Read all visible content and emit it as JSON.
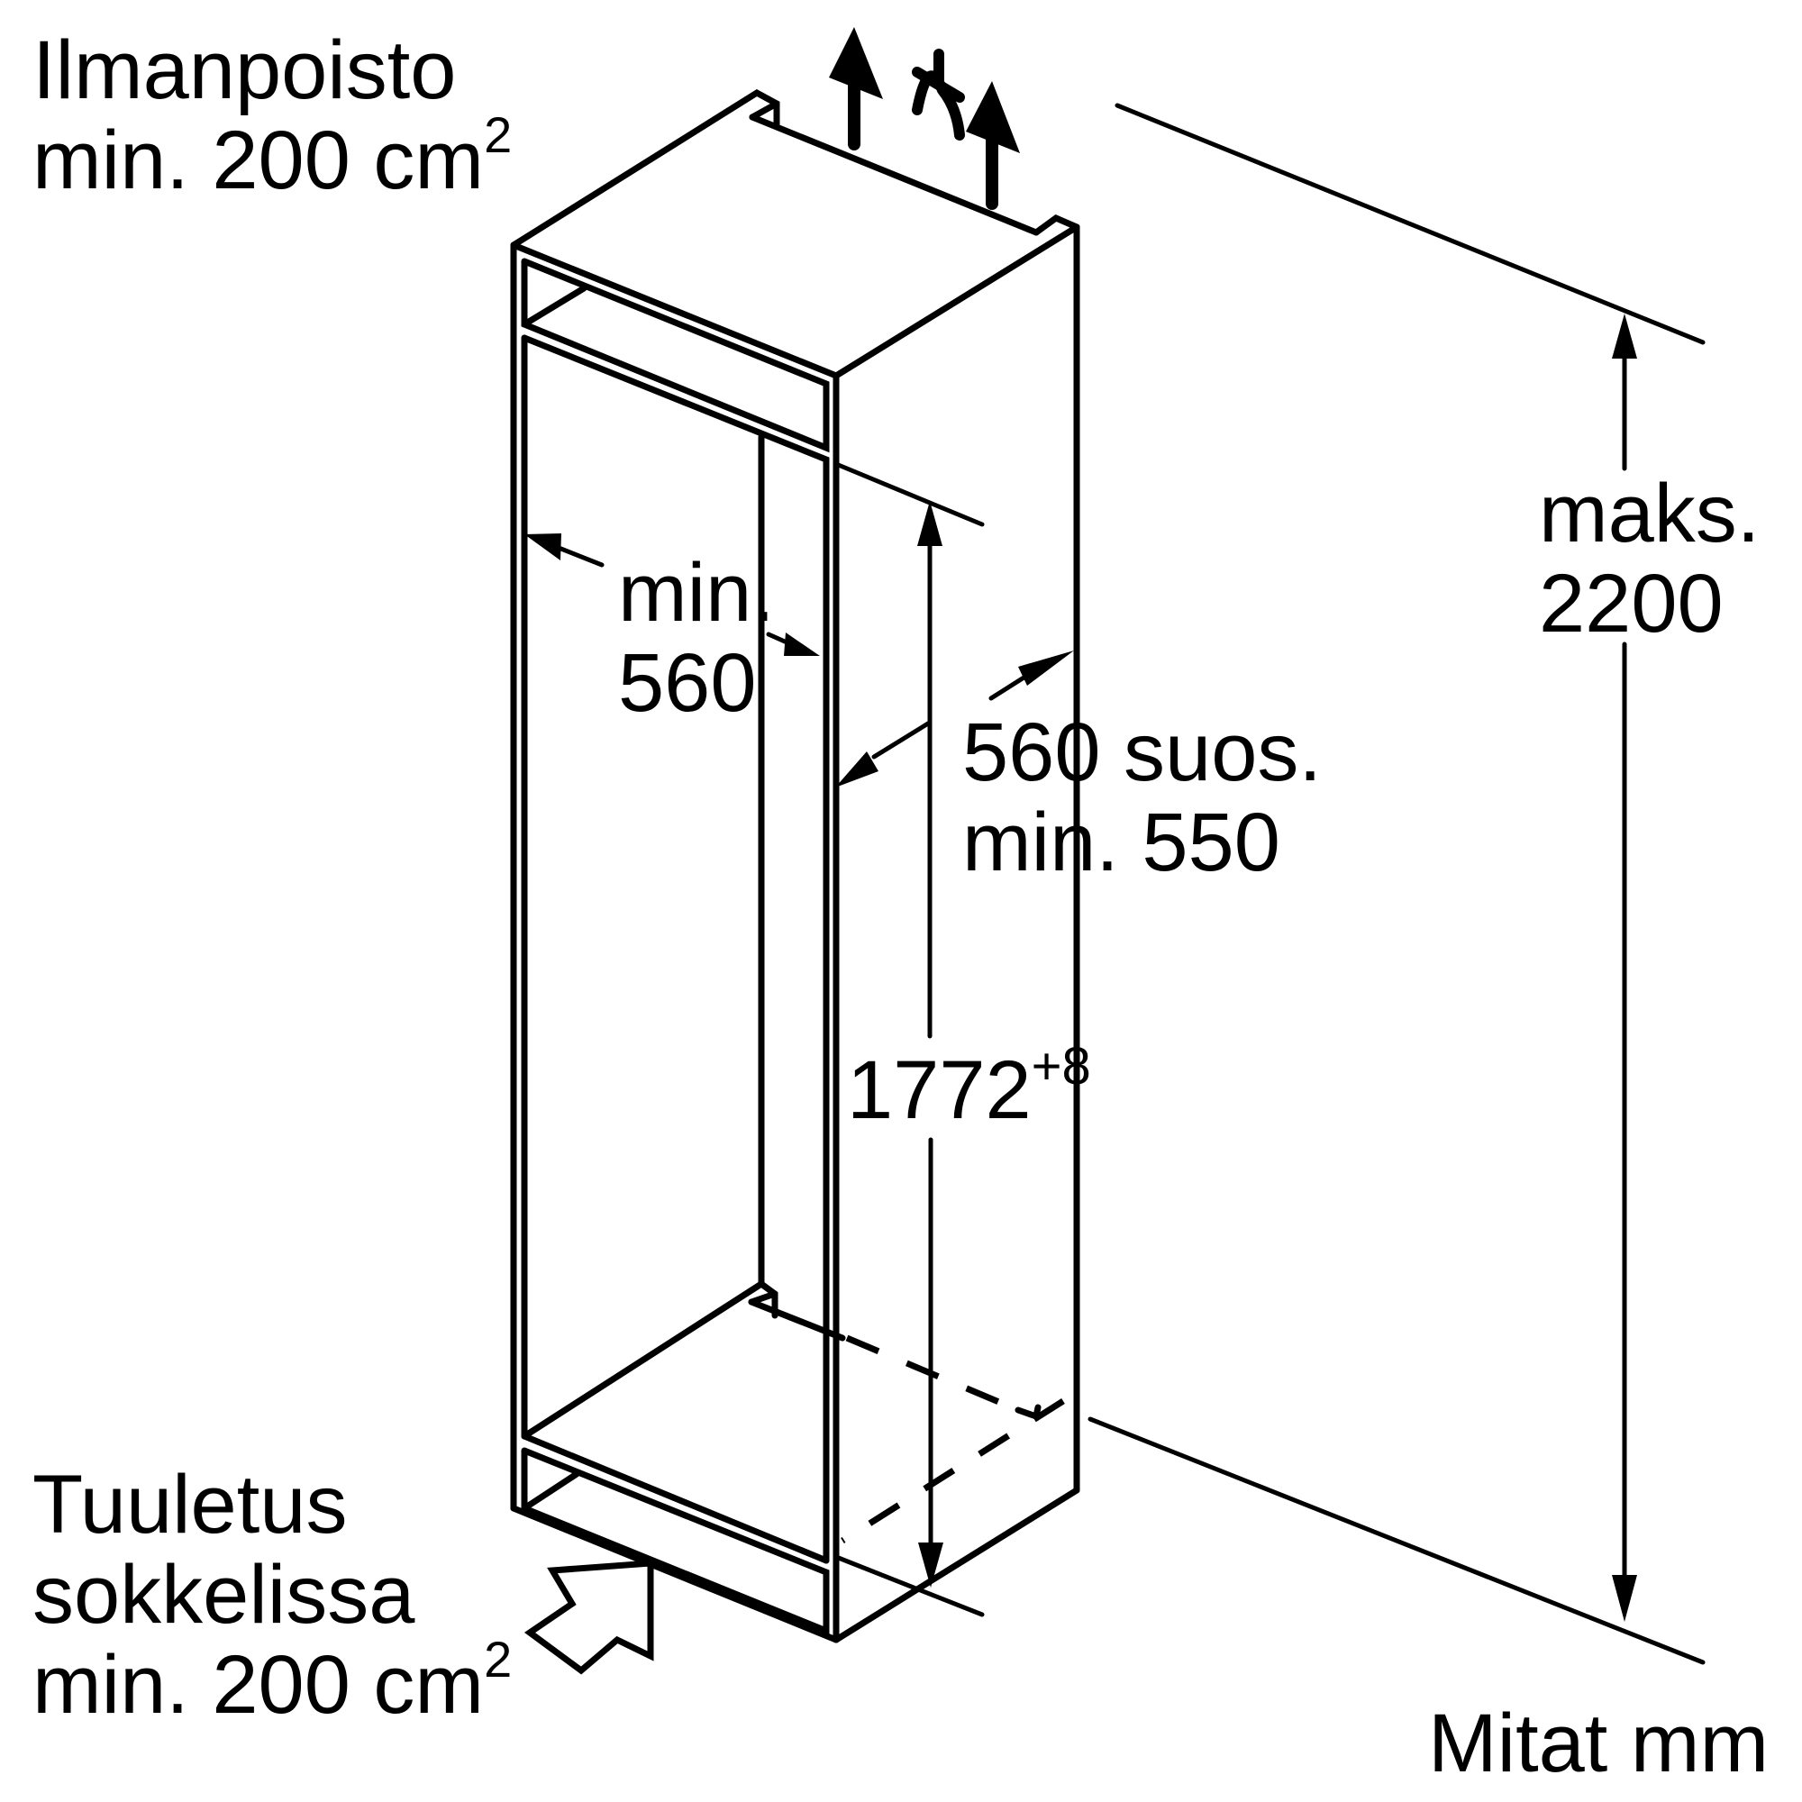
{
  "diagram": {
    "title": "Built-in appliance niche installation dimensions",
    "accent_color": "#000000",
    "background_color": "#ffffff",
    "labels": {
      "exhaust": {
        "line1": "Ilmanpoisto",
        "line2_prefix": "min. 200 cm",
        "line2_sup": "2"
      },
      "intake": {
        "line1": "Tuuletus",
        "line2": "sokkelissa",
        "line3_prefix": "min. 200 cm",
        "line3_sup": "2"
      },
      "inner_width": {
        "line1": "min.",
        "line2": "560"
      },
      "depth": {
        "line1": "560 suos.",
        "line2": "min. 550"
      },
      "niche_height": {
        "value": "1772",
        "tolerance": "+8"
      },
      "max_height": {
        "line1": "maks.",
        "line2": "2200"
      },
      "units": "Mitat mm"
    },
    "icons": [
      "airflow-up-arrow-icon",
      "airflow-up-arrow-icon",
      "wall-socket-icon",
      "air-intake-arrow-icon"
    ]
  }
}
